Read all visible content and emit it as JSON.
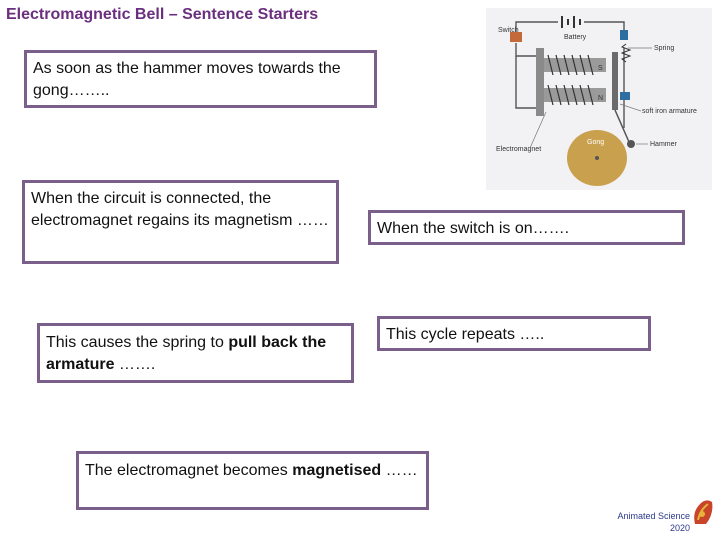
{
  "title": "Electromagnetic Bell – Sentence Starters",
  "boxes": {
    "gong": "As soon as the hammer moves towards the gong……..",
    "circuit": "When the circuit is connected, the electromagnet regains its magnetism ……",
    "spring_pre": "This causes the spring to ",
    "spring_bold": "pull back the armature",
    "spring_post": " …….",
    "switch": "When the switch is on…….",
    "cycle": "This cycle repeats …..",
    "magnet_pre": "The electromagnet becomes ",
    "magnet_bold": "magnetised",
    "magnet_post": " ……"
  },
  "diagram": {
    "labels": {
      "switch": "Switch",
      "battery": "Battery",
      "spring": "Spring",
      "armature": "soft iron armature",
      "hammer": "Hammer",
      "gong": "Gong",
      "electromagnet": "Electromagnet",
      "pole_s": "S",
      "pole_n": "N"
    }
  },
  "footer": {
    "brand": "Animated Science",
    "year": "2020"
  }
}
